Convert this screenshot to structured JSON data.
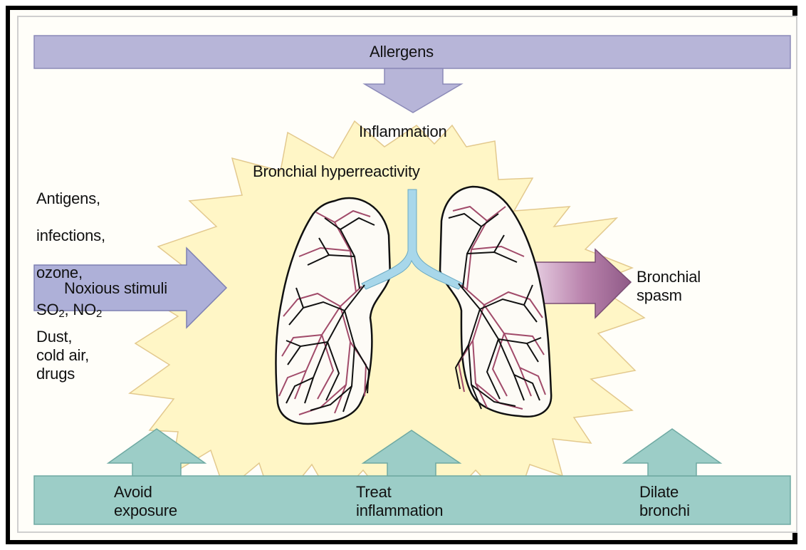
{
  "colors": {
    "allergen_band": "#b7b5d8",
    "treatment_band": "#9ccdc7",
    "burst_fill": "#fff6c6",
    "noxious_arrow": "#aeb0d8",
    "spasm_arrow": "#9b6a93",
    "airway_dark": "#111111",
    "airway_red": "#a14b6a",
    "trachea": "#a8d7ea"
  },
  "labels": {
    "allergens": "Allergens",
    "inflammation": "Inflammation",
    "hyperreactivity": "Bronchial hyperreactivity",
    "antigens_list": [
      "Antigens,",
      "infections,",
      "ozone,"
    ],
    "so2_prefix": "SO",
    "so2_sub": "2",
    "separator": ", ",
    "no2_prefix": "NO",
    "no2_sub": "2",
    "noxious": "Noxious stimuli",
    "dust_list": "Dust,\ncold air,\ndrugs",
    "spasm": "Bronchial\nspasm",
    "avoid": "Avoid\nexposure",
    "treat": "Treat\ninflammation",
    "dilate": "Dilate\nbronchi"
  }
}
